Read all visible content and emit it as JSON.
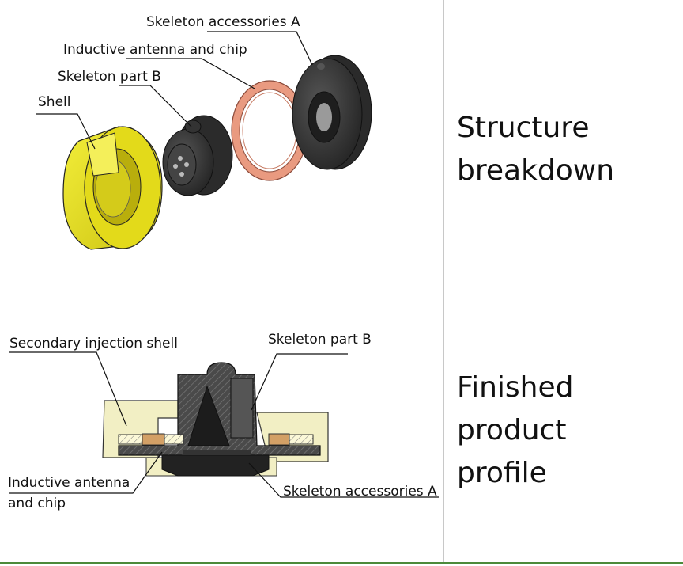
{
  "top": {
    "heading_lines": [
      "Structure",
      "breakdown"
    ],
    "labels": {
      "skeleton_a": "Skeleton accessories A",
      "antenna": "Inductive antenna and chip",
      "skeleton_b": "Skeleton part B",
      "shell": "Shell"
    }
  },
  "bottom": {
    "heading_lines": [
      "Finished",
      "product",
      "profile"
    ],
    "labels": {
      "secondary_shell": "Secondary injection shell",
      "skeleton_b": "Skeleton part B",
      "antenna_line1": "Inductive antenna",
      "antenna_line2": "and chip",
      "skeleton_a": "Skeleton accessories A"
    }
  },
  "colors": {
    "shell_yellow": "#e6e020",
    "ring_copper": "#e99a80",
    "dark_part": "#3a3a3a",
    "section_fill": "#f2efc4",
    "divider_green": "#4c8a3a"
  }
}
